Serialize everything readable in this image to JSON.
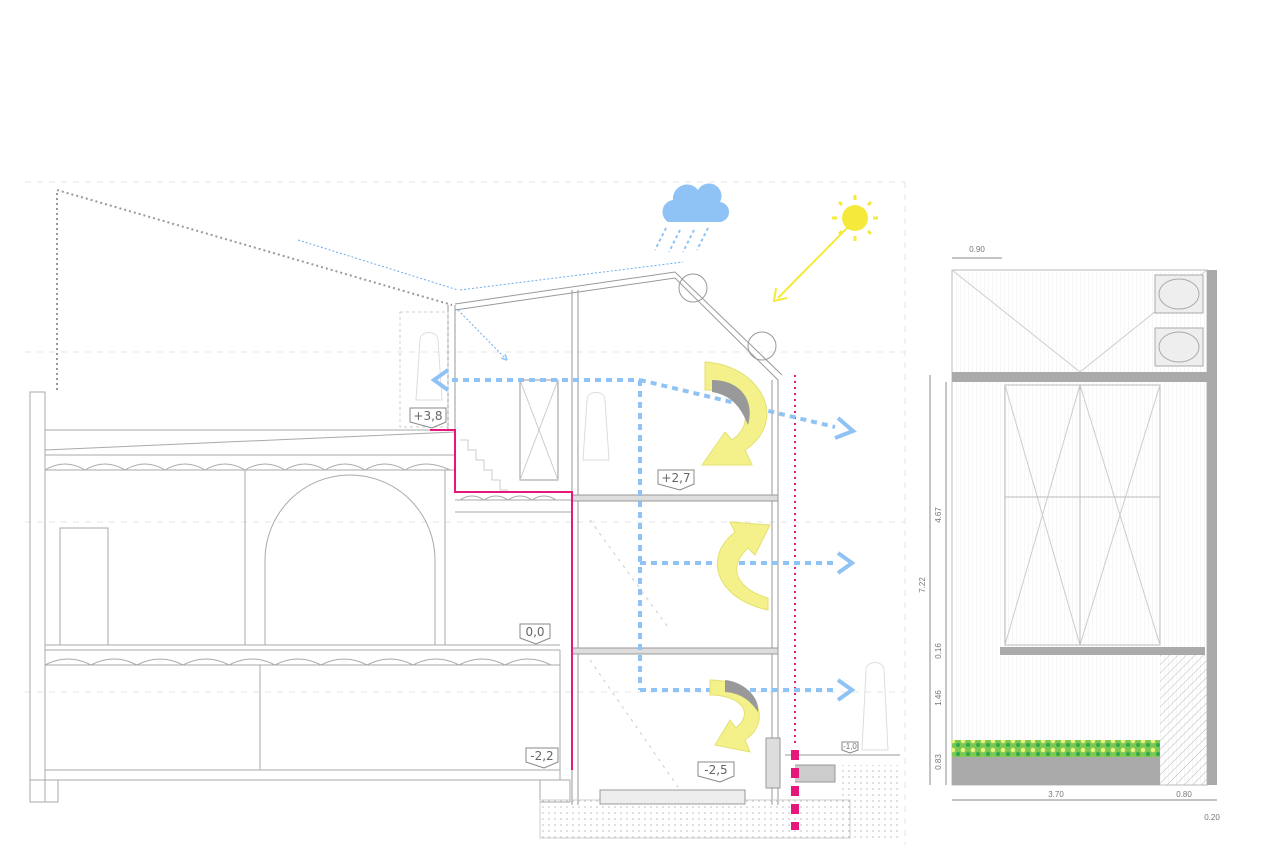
{
  "section": {
    "levels": [
      {
        "id": "roof",
        "label": "+3,8"
      },
      {
        "id": "upper",
        "label": "+2,7"
      },
      {
        "id": "ground",
        "label": "0,0"
      },
      {
        "id": "basement",
        "label": "-2,2"
      },
      {
        "id": "tower-base",
        "label": "-2,5"
      },
      {
        "id": "street",
        "label": "-1,0"
      }
    ],
    "icons": [
      "cloud-rain-icon",
      "sun-icon",
      "air-flow-arrow-icon",
      "convection-arrow-icon"
    ],
    "colors": {
      "airflow": "#8fc3f5",
      "convection": "#f4f08a",
      "sun": "#f5ea3c",
      "boundary": "#e5177a"
    }
  },
  "elevation": {
    "dimensions": {
      "top_width": "0.90",
      "total_height": "7.22",
      "window_height": "4.67",
      "sill": "0.16",
      "lower": "1.46",
      "planter": "0.83",
      "bottom_width": "3.70",
      "side_width": "0.80",
      "wall": "0.20"
    }
  }
}
